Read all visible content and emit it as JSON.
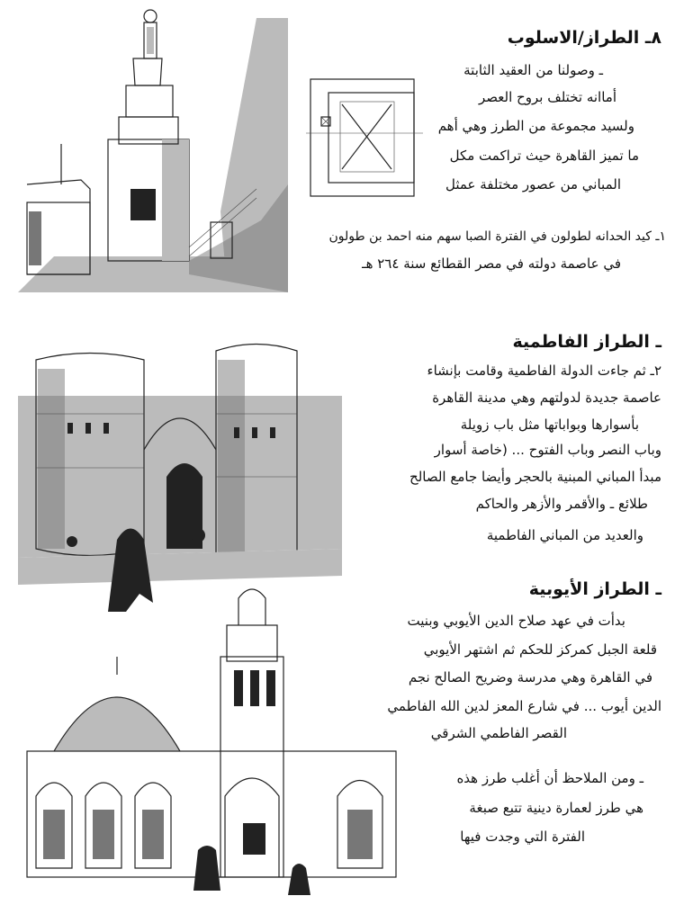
{
  "sections": [
    {
      "heading": "٨ـ الطراز/الاسلوب",
      "lines": [
        "ـ وصولنا من العقيد الثابتة",
        "أماانه تختلف بروح العصر",
        "ولسيد مجموعة من الطرز وهي أهم",
        "ما تميز القاهرة حيث تراكمت مكل",
        "المباني من عصور مختلفة عمثل"
      ],
      "notes": [
        "١ـ كيد الحدانه لطولون في الفترة الصبا سهم منه احمد بن طولون",
        "في عاصمة دولته في مصر القطائع سنة ٢٦٤ هـ"
      ]
    },
    {
      "heading": "ـ الطراز الفاطمية",
      "lines": [
        "٢ـ ثم جاءت الدولة الفاطمية وقامت بإنشاء",
        "عاصمة جديدة لدولتهم وهي مدينة القاهرة",
        "بأسوارها وبواباتها مثل باب زويلة",
        "وباب النصر وباب الفتوح ... (خاصة أسوار",
        "مبدأ المباني المبنية بالحجر وأيضا جامع الصالح",
        "طلائع ـ والأقمر والأزهر والحاكم",
        "والعديد من المباني الفاطمية"
      ]
    },
    {
      "heading": "ـ الطراز الأيوبية",
      "lines": [
        "بدأت في عهد صلاح الدين الأيوبي وبنيت",
        "قلعة الجبل كمركز للحكم ثم اشتهر الأيوبي",
        "في القاهرة وهي مدرسة وضريح الصالح نجم",
        "الدين أيوب ... في شارع المعز لدين الله الفاطمي",
        "القصر الفاطمي الشرقي"
      ],
      "notes": [
        "ـ ومن الملاحظ أن أغلب طرز هذه",
        "هي طرز لعمارة دينية تتبع صبغة",
        "الفترة التي وجدت فيها"
      ]
    }
  ]
}
